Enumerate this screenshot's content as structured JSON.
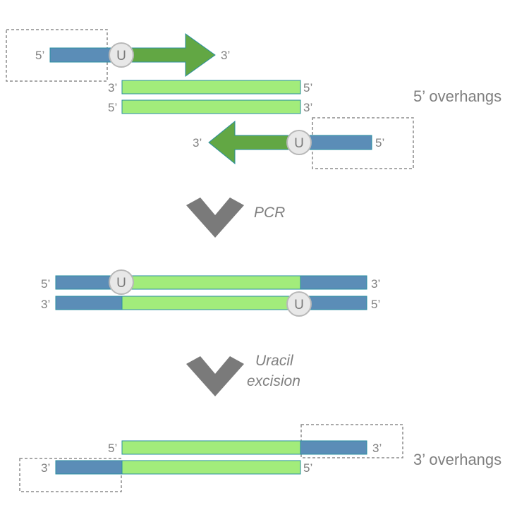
{
  "colors": {
    "blue": "#5b8db7",
    "light_green": "#a2ec7b",
    "dark_green": "#62a744",
    "outline": "#2a8fa0",
    "chevron": "#7a7a7a",
    "u_fill": "#e8e8e8",
    "u_stroke": "#b8b8b8",
    "dash": "#8c8c8c"
  },
  "labels": {
    "five_prime": "5’",
    "three_prime": "3’",
    "uracil": "U",
    "overhang_5": "5’ overhangs",
    "overhang_3": "3’ overhangs",
    "step_pcr": "PCR",
    "step_uracil_1": "Uracil",
    "step_uracil_2": "excision"
  }
}
